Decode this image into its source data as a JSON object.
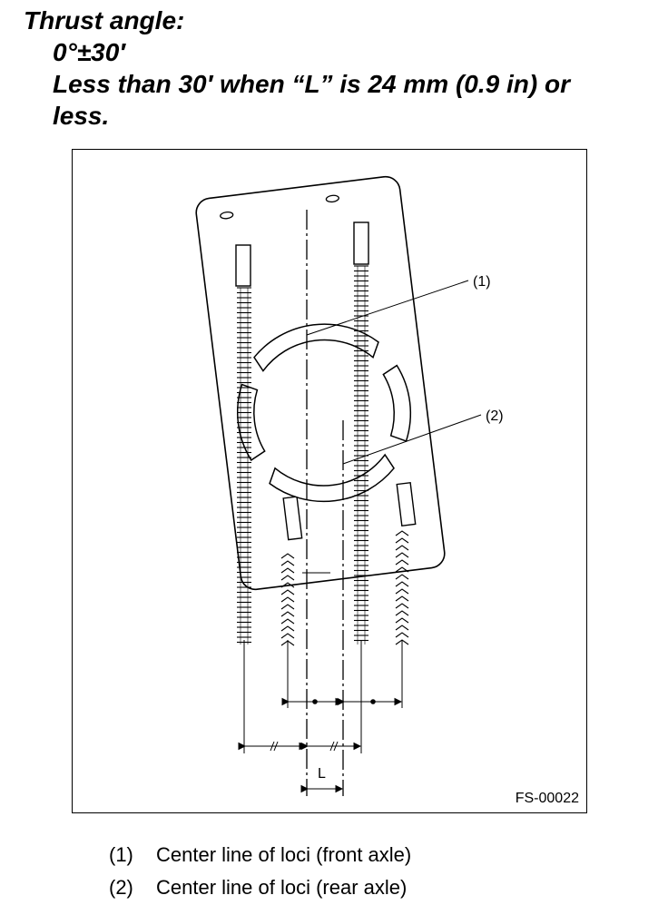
{
  "header": {
    "title": "Thrust angle:",
    "spec_value": "0°±30′",
    "spec_condition_line1": "Less than 30′ when “L” is 24 mm (0.9 in) or",
    "spec_condition_line2": "less."
  },
  "figure": {
    "figure_id": "FS-00022",
    "callout_1": "(1)",
    "callout_2": "(2)",
    "dimension_label": "L"
  },
  "legend": {
    "items": [
      {
        "num": "(1)",
        "text": "Center line of loci (front axle)"
      },
      {
        "num": "(2)",
        "text": "Center line of loci (rear axle)"
      }
    ]
  }
}
